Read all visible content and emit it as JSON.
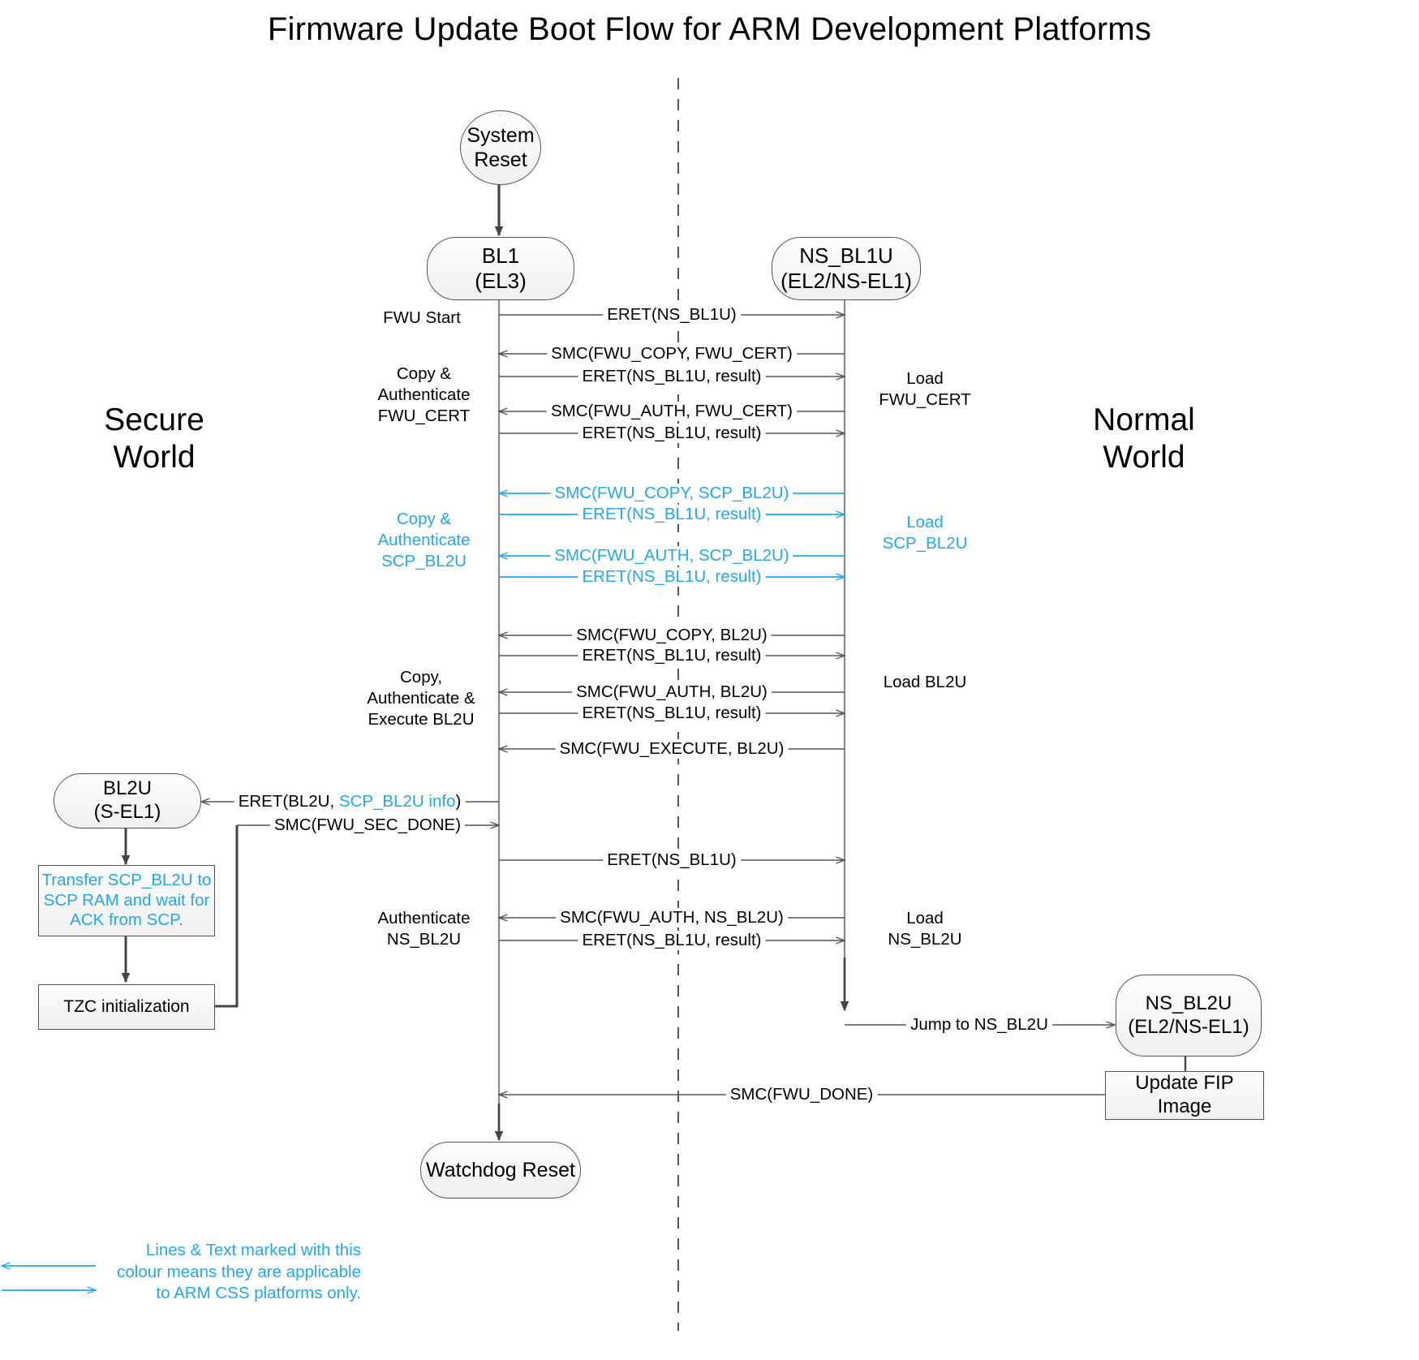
{
  "title": "Firmware Update Boot Flow for ARM Development Platforms",
  "colors": {
    "css_blue": "#23a8e8",
    "line": "#444444",
    "node_border": "#555555"
  },
  "worlds": {
    "secure": "Secure\nWorld",
    "normal": "Normal\nWorld"
  },
  "nodes": {
    "system_reset": "System\nReset",
    "bl1": "BL1\n(EL3)",
    "ns_bl1u": "NS_BL1U\n(EL2/NS-EL1)",
    "bl2u": "BL2U\n(S-EL1)",
    "transfer_scp": "Transfer SCP_BL2U to\nSCP RAM and wait for\nACK from SCP.",
    "tzc_init": "TZC initialization",
    "ns_bl2u": "NS_BL2U\n(EL2/NS-EL1)",
    "update_fip": "Update FIP Image",
    "watchdog_reset": "Watchdog Reset"
  },
  "messages": [
    {
      "id": "m1",
      "text": "ERET(NS_BL1U)",
      "dir": "right",
      "color": "black"
    },
    {
      "id": "m2",
      "text": "SMC(FWU_COPY, FWU_CERT)",
      "dir": "left",
      "color": "black"
    },
    {
      "id": "m3",
      "text": "ERET(NS_BL1U, result)",
      "dir": "right",
      "color": "black"
    },
    {
      "id": "m4",
      "text": "SMC(FWU_AUTH, FWU_CERT)",
      "dir": "left",
      "color": "black"
    },
    {
      "id": "m5",
      "text": "ERET(NS_BL1U, result)",
      "dir": "right",
      "color": "black"
    },
    {
      "id": "m6",
      "text": "SMC(FWU_COPY, SCP_BL2U)",
      "dir": "left",
      "color": "blue"
    },
    {
      "id": "m7",
      "text": "ERET(NS_BL1U, result)",
      "dir": "right",
      "color": "blue"
    },
    {
      "id": "m8",
      "text": "SMC(FWU_AUTH, SCP_BL2U)",
      "dir": "left",
      "color": "blue"
    },
    {
      "id": "m9",
      "text": "ERET(NS_BL1U, result)",
      "dir": "right",
      "color": "blue"
    },
    {
      "id": "m10",
      "text": "SMC(FWU_COPY, BL2U)",
      "dir": "left",
      "color": "black"
    },
    {
      "id": "m11",
      "text": "ERET(NS_BL1U, result)",
      "dir": "right",
      "color": "black"
    },
    {
      "id": "m12",
      "text": "SMC(FWU_AUTH, BL2U)",
      "dir": "left",
      "color": "black"
    },
    {
      "id": "m13",
      "text": "ERET(NS_BL1U, result)",
      "dir": "right",
      "color": "black"
    },
    {
      "id": "m14",
      "text": "SMC(FWU_EXECUTE, BL2U)",
      "dir": "left",
      "color": "black"
    },
    {
      "id": "m15",
      "text_a": "ERET(BL2U, ",
      "text_b": "SCP_BL2U info",
      "text_c": ")",
      "dir": "left",
      "color": "mixed"
    },
    {
      "id": "m16",
      "text": "SMC(FWU_SEC_DONE)",
      "dir": "right",
      "color": "black"
    },
    {
      "id": "m17",
      "text": "ERET(NS_BL1U)",
      "dir": "right",
      "color": "black"
    },
    {
      "id": "m18",
      "text": "SMC(FWU_AUTH, NS_BL2U)",
      "dir": "left",
      "color": "black"
    },
    {
      "id": "m19",
      "text": "ERET(NS_BL1U, result)",
      "dir": "right",
      "color": "black"
    },
    {
      "id": "m20",
      "text": "Jump to NS_BL2U",
      "dir": "right",
      "color": "black"
    },
    {
      "id": "m21",
      "text": "SMC(FWU_DONE)",
      "dir": "left",
      "color": "black"
    }
  ],
  "left_annotations": [
    {
      "id": "a1",
      "text": "FWU Start",
      "color": "black"
    },
    {
      "id": "a2",
      "text": "Copy &\nAuthenticate\nFWU_CERT",
      "color": "black"
    },
    {
      "id": "a3",
      "text": "Copy &\nAuthenticate\nSCP_BL2U",
      "color": "blue"
    },
    {
      "id": "a4",
      "text": "Copy,\nAuthenticate &\nExecute BL2U",
      "color": "black"
    },
    {
      "id": "a5",
      "text": "Authenticate\nNS_BL2U",
      "color": "black"
    }
  ],
  "right_annotations": [
    {
      "id": "b1",
      "text": "Load\nFWU_CERT",
      "color": "black"
    },
    {
      "id": "b2",
      "text": "Load\nSCP_BL2U",
      "color": "blue"
    },
    {
      "id": "b3",
      "text": "Load BL2U",
      "color": "black"
    },
    {
      "id": "b4",
      "text": "Load\nNS_BL2U",
      "color": "black"
    }
  ],
  "legend": {
    "text": "Lines & Text marked with this\ncolour means they are applicable\nto ARM CSS platforms only."
  }
}
